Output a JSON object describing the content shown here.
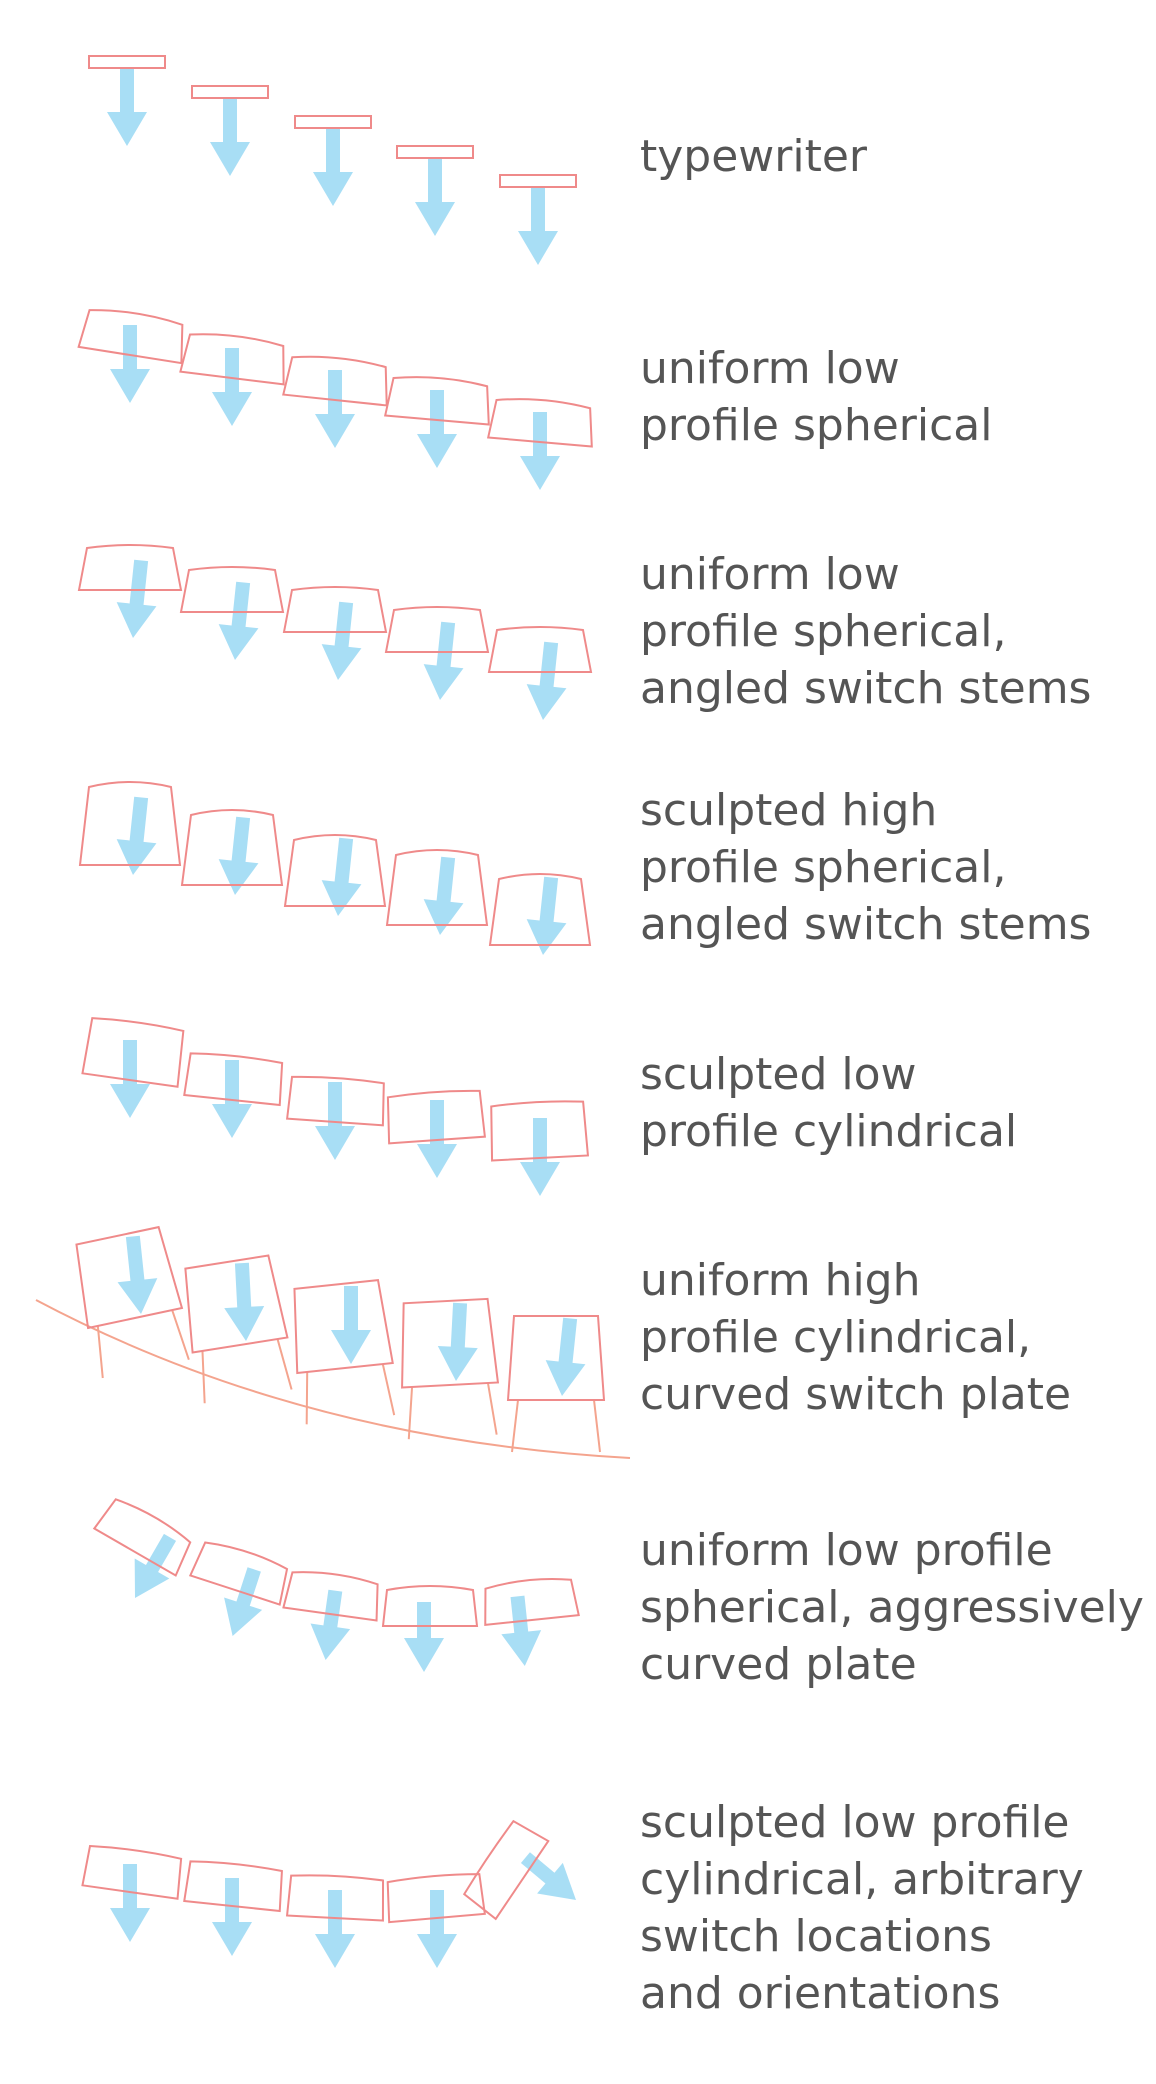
{
  "colors": {
    "key_outline": "#ef8a8a",
    "arrow": "#a8def5",
    "plate": "#f4a48e",
    "text": "#555555"
  },
  "rows": [
    {
      "id": "typewriter",
      "lines": [
        "typewriter"
      ]
    },
    {
      "id": "uniform-low-spherical",
      "lines": [
        "uniform low",
        "profile spherical"
      ]
    },
    {
      "id": "uniform-low-spherical-angled",
      "lines": [
        "uniform low",
        "profile spherical,",
        "angled switch stems"
      ]
    },
    {
      "id": "sculpted-high-spherical-angled",
      "lines": [
        "sculpted high",
        "profile spherical,",
        "angled switch stems"
      ]
    },
    {
      "id": "sculpted-low-cylindrical",
      "lines": [
        "sculpted low",
        "profile cylindrical"
      ]
    },
    {
      "id": "uniform-high-cylindrical-curved",
      "lines": [
        "uniform high",
        "profile cylindrical,",
        "curved switch plate"
      ]
    },
    {
      "id": "uniform-low-aggressive",
      "lines": [
        "uniform low profile",
        "spherical, aggressively",
        "curved plate"
      ]
    },
    {
      "id": "sculpted-low-arbitrary",
      "lines": [
        "sculpted low profile",
        "cylindrical, arbitrary",
        "switch locations",
        "and orientations"
      ]
    }
  ]
}
